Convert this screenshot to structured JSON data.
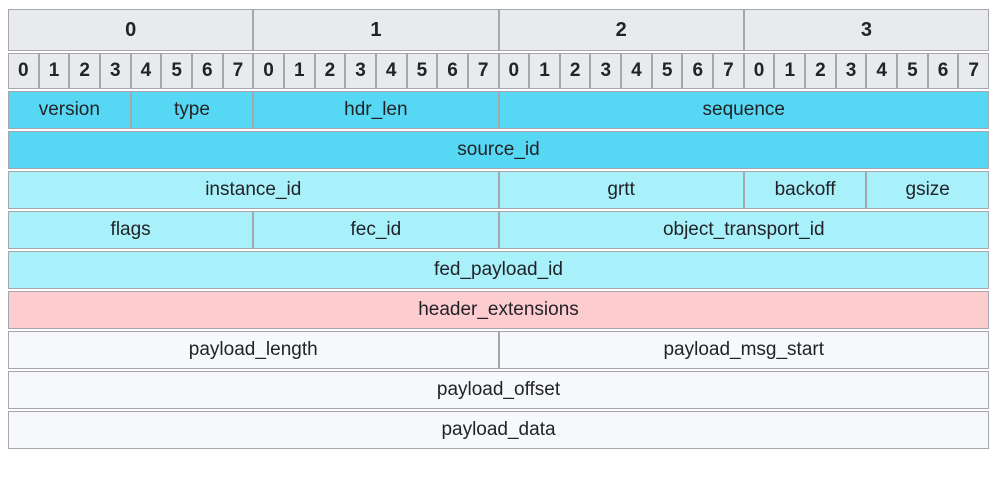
{
  "diagram": {
    "title": "packet-header-layout",
    "palette": {
      "page_bg": "#ffffff",
      "header_bg": "#e9eaec",
      "dark_cyan": "#56d7f3",
      "light_cyan": "#a8f0fa",
      "pink": "#fccccf",
      "payload_bg": "#f6f8fa",
      "border": "#a6a6ae",
      "text": "#222327"
    },
    "header": {
      "byte_labels": [
        "0",
        "1",
        "2",
        "3"
      ],
      "bit_labels": [
        "0",
        "1",
        "2",
        "3",
        "4",
        "5",
        "6",
        "7"
      ],
      "byte_group_repeat": 4
    },
    "rows": [
      {
        "cells": [
          {
            "label": "version",
            "bits": 4,
            "color": "dark"
          },
          {
            "label": "type",
            "bits": 4,
            "color": "dark"
          },
          {
            "label": "hdr_len",
            "bits": 8,
            "color": "dark"
          },
          {
            "label": "sequence",
            "bits": 16,
            "color": "dark"
          }
        ]
      },
      {
        "cells": [
          {
            "label": "source_id",
            "bits": 32,
            "color": "dark"
          }
        ]
      },
      {
        "cells": [
          {
            "label": "instance_id",
            "bits": 16,
            "color": "light"
          },
          {
            "label": "grtt",
            "bits": 8,
            "color": "light"
          },
          {
            "label": "backoff",
            "bits": 4,
            "color": "light"
          },
          {
            "label": "gsize",
            "bits": 4,
            "color": "light"
          }
        ]
      },
      {
        "cells": [
          {
            "label": "flags",
            "bits": 8,
            "color": "light"
          },
          {
            "label": "fec_id",
            "bits": 8,
            "color": "light"
          },
          {
            "label": "object_transport_id",
            "bits": 16,
            "color": "light"
          }
        ]
      },
      {
        "cells": [
          {
            "label": "fed_payload_id",
            "bits": 32,
            "color": "light"
          }
        ]
      },
      {
        "cells": [
          {
            "label": "header_extensions",
            "bits": 32,
            "color": "ext"
          }
        ]
      },
      {
        "cells": [
          {
            "label": "payload_length",
            "bits": 16,
            "color": "payload"
          },
          {
            "label": "payload_msg_start",
            "bits": 16,
            "color": "payload"
          }
        ]
      },
      {
        "cells": [
          {
            "label": "payload_offset",
            "bits": 32,
            "color": "payload"
          }
        ]
      },
      {
        "cells": [
          {
            "label": "payload_data",
            "bits": 32,
            "color": "payload"
          }
        ]
      }
    ]
  }
}
